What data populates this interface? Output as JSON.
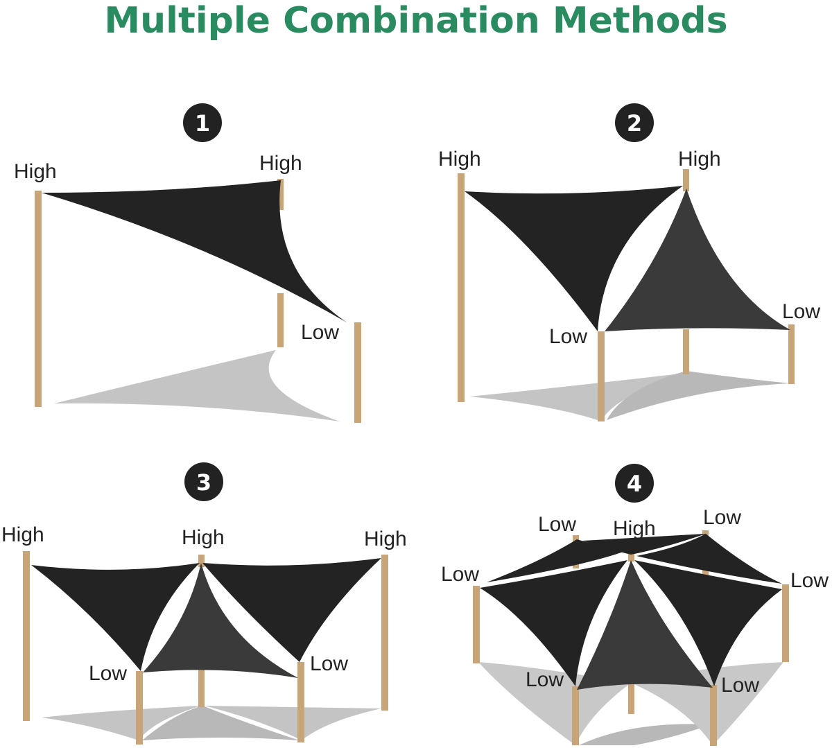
{
  "title": "Multiple Combination Methods",
  "colors": {
    "title": "#2a8a60",
    "sail_dark": "#232323",
    "sail_medium": "#3a3a3a",
    "shadow": "#c4c4c4",
    "post": "#c8a579",
    "label_text": "#222222"
  },
  "methods": [
    {
      "number": "1",
      "labels": [
        "High",
        "High",
        "Low"
      ]
    },
    {
      "number": "2",
      "labels": [
        "High",
        "High",
        "Low",
        "Low"
      ]
    },
    {
      "number": "3",
      "labels": [
        "High",
        "High",
        "High",
        "Low",
        "Low"
      ]
    },
    {
      "number": "4",
      "labels": [
        "High",
        "Low",
        "Low",
        "Low",
        "Low",
        "Low",
        "Low"
      ]
    }
  ]
}
